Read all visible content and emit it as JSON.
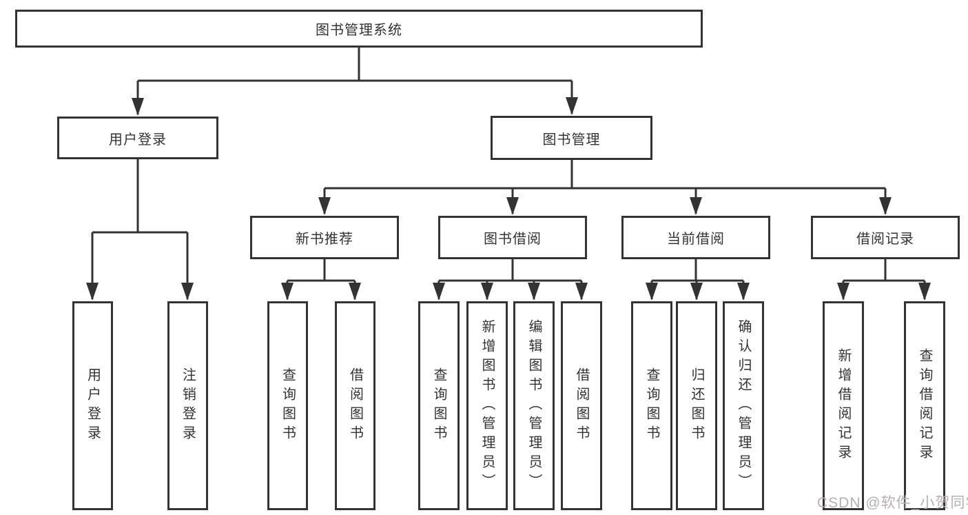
{
  "diagram": {
    "title": "图书管理系统",
    "nodes": {
      "root": "图书管理系统",
      "branches": [
        "用户登录",
        "图书管理"
      ],
      "sections": [
        "新书推荐",
        "图书借阅",
        "当前借阅",
        "借阅记录"
      ],
      "leaf_groups": [
        {
          "parent": "用户登录",
          "items": [
            "用户登录",
            "注销登录"
          ]
        },
        {
          "parent": "新书推荐",
          "items": [
            "查询图书",
            "借阅图书"
          ]
        },
        {
          "parent": "图书借阅",
          "items": [
            "查询图书",
            "新增图书（管理员）",
            "编辑图书（管理员）",
            "借阅图书"
          ]
        },
        {
          "parent": "当前借阅",
          "items": [
            "查询图书",
            "归还图书",
            "确认归还（管理员）"
          ]
        },
        {
          "parent": "借阅记录",
          "items": [
            "新增借阅记录",
            "查询借阅记录"
          ]
        }
      ]
    },
    "colors": {
      "line": "#333333",
      "box_border": "#333333",
      "box_fill": "#ffffff",
      "text": "#333333",
      "background": "#ffffff",
      "watermark": "#b5b0b2"
    }
  },
  "watermark": {
    "text": "CSDN @软件_小贺同学"
  }
}
